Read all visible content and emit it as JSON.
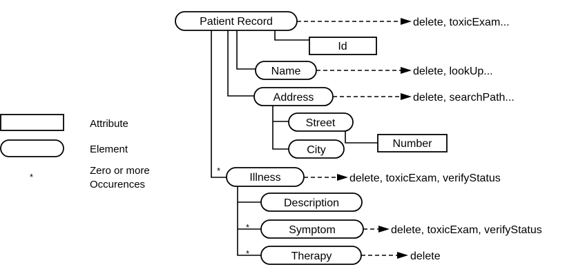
{
  "nodes": {
    "patient_record": "Patient Record",
    "id": "Id",
    "name": "Name",
    "address": "Address",
    "street": "Street",
    "city": "City",
    "number": "Number",
    "illness": "Illness",
    "description": "Description",
    "symptom": "Symptom",
    "therapy": "Therapy"
  },
  "operations": {
    "patient_record": "delete, toxicExam...",
    "name": "delete, lookUp...",
    "address": "delete, searchPath...",
    "illness": "delete, toxicExam, verifyStatus",
    "symptom": "delete, toxicExam, verifyStatus",
    "therapy": "delete"
  },
  "multiplicity": {
    "illness": "*",
    "symptom": "*",
    "therapy": "*"
  },
  "legend": {
    "attribute": "Attribute",
    "element": "Element",
    "star": "*",
    "zero_or_more_line1": "Zero or more",
    "zero_or_more_line2": "Occurences"
  }
}
